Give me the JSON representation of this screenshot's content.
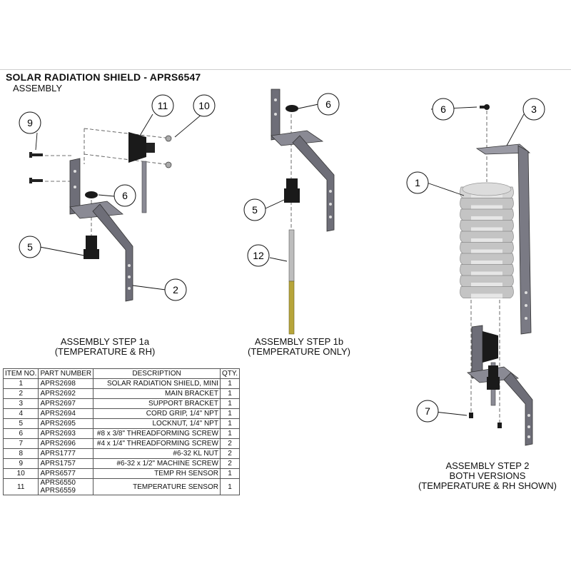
{
  "title": "SOLAR RADIATION SHIELD - APRS6547",
  "subtitle": "ASSEMBLY",
  "steps": [
    {
      "line1": "ASSEMBLY STEP 1a",
      "line2": "(TEMPERATURE & RH)"
    },
    {
      "line1": "ASSEMBLY STEP 1b",
      "line2": "(TEMPERATURE ONLY)"
    },
    {
      "line1": "ASSEMBLY STEP 2",
      "line2": "BOTH VERSIONS",
      "line3": "(TEMPERATURE & RH SHOWN)"
    }
  ],
  "callouts": {
    "step1a": [
      "9",
      "11",
      "10",
      "6",
      "5",
      "2"
    ],
    "step1b": [
      "6",
      "5",
      "12"
    ],
    "step2": [
      "6",
      "3",
      "1",
      "7"
    ]
  },
  "bom": {
    "headers": [
      "ITEM NO.",
      "PART NUMBER",
      "DESCRIPTION",
      "QTY."
    ],
    "rows": [
      {
        "item": "1",
        "part": "APRS2698",
        "desc": "SOLAR RADIATION SHIELD, MINI",
        "qty": "1"
      },
      {
        "item": "2",
        "part": "APRS2692",
        "desc": "MAIN BRACKET",
        "qty": "1"
      },
      {
        "item": "3",
        "part": "APRS2697",
        "desc": "SUPPORT BRACKET",
        "qty": "1"
      },
      {
        "item": "4",
        "part": "APRS2694",
        "desc": "CORD GRIP, 1/4\" NPT",
        "qty": "1"
      },
      {
        "item": "5",
        "part": "APRS2695",
        "desc": "LOCKNUT, 1/4\" NPT",
        "qty": "1"
      },
      {
        "item": "6",
        "part": "APRS2693",
        "desc": "#8 x 3/8\" THREADFORMING SCREW",
        "qty": "1"
      },
      {
        "item": "7",
        "part": "APRS2696",
        "desc": "#4 x 1/4\" THREADFORMING SCREW",
        "qty": "2"
      },
      {
        "item": "8",
        "part": "APRS1777",
        "desc": "#6-32 KL NUT",
        "qty": "2"
      },
      {
        "item": "9",
        "part": "APRS1757",
        "desc": "#6-32 x 1/2\" MACHINE SCREW",
        "qty": "2"
      },
      {
        "item": "10",
        "part": "APRS6577",
        "desc": "TEMP RH SENSOR",
        "qty": "1"
      },
      {
        "item": "11",
        "part": "APRS6550",
        "part2": "APRS6559",
        "desc": "TEMPERATURE SENSOR",
        "qty": "1"
      }
    ]
  },
  "colors": {
    "metal": "#6e6e78",
    "metal_dark": "#4a4a52",
    "shield": "#c8c8c8",
    "shield_dark": "#9a9a9a",
    "probe_brass": "#b7a53a",
    "black": "#1a1a1a"
  }
}
